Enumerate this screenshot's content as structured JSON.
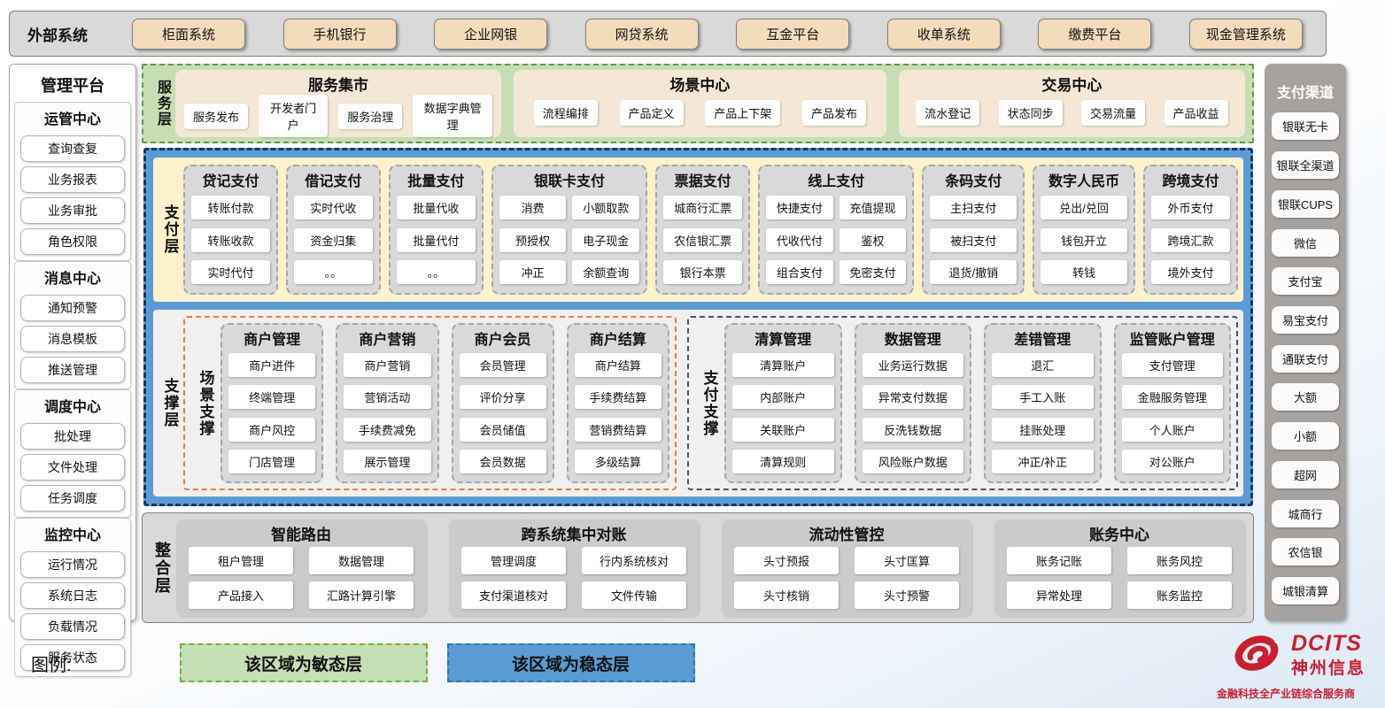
{
  "external_systems": {
    "label": "外部系统",
    "items": [
      "柜面系统",
      "手机银行",
      "企业网银",
      "网贷系统",
      "互金平台",
      "收单系统",
      "缴费平台",
      "现金管理系统"
    ]
  },
  "management_platform": {
    "title": "管理平台",
    "groups": [
      {
        "title": "运管中心",
        "items": [
          "查询查复",
          "业务报表",
          "业务审批",
          "角色权限"
        ]
      },
      {
        "title": "消息中心",
        "items": [
          "通知预警",
          "消息模板",
          "推送管理"
        ]
      },
      {
        "title": "调度中心",
        "items": [
          "批处理",
          "文件处理",
          "任务调度"
        ]
      },
      {
        "title": "监控中心",
        "items": [
          "运行情况",
          "系统日志",
          "负载情况",
          "服务状态"
        ]
      }
    ]
  },
  "service_layer": {
    "label": "服务层",
    "panels": [
      {
        "title": "服务集市",
        "items": [
          "服务发布",
          "开发者门户",
          "服务治理",
          "数据字典管理"
        ]
      },
      {
        "title": "场景中心",
        "items": [
          "流程编排",
          "产品定义",
          "产品上下架",
          "产品发布"
        ]
      },
      {
        "title": "交易中心",
        "items": [
          "流水登记",
          "状态同步",
          "交易流量",
          "产品收益"
        ]
      }
    ]
  },
  "payment_layer": {
    "label": "支付层",
    "groups": [
      {
        "title": "贷记支付",
        "cols": 1,
        "items": [
          "转账付款",
          "转账收款",
          "实时代付"
        ]
      },
      {
        "title": "借记支付",
        "cols": 1,
        "items": [
          "实时代收",
          "资金归集",
          "。。"
        ]
      },
      {
        "title": "批量支付",
        "cols": 1,
        "items": [
          "批量代收",
          "批量代付",
          "。。"
        ]
      },
      {
        "title": "银联卡支付",
        "cols": 2,
        "items": [
          "消费",
          "小额取款",
          "预授权",
          "电子现金",
          "冲正",
          "余额查询"
        ]
      },
      {
        "title": "票据支付",
        "cols": 1,
        "items": [
          "城商行汇票",
          "农信银汇票",
          "银行本票"
        ]
      },
      {
        "title": "线上支付",
        "cols": 2,
        "items": [
          "快捷支付",
          "充值提现",
          "代收代付",
          "鉴权",
          "组合支付",
          "免密支付"
        ]
      },
      {
        "title": "条码支付",
        "cols": 1,
        "items": [
          "主扫支付",
          "被扫支付",
          "退货/撤销"
        ]
      },
      {
        "title": "数字人民币",
        "cols": 1,
        "items": [
          "兑出/兑回",
          "钱包开立",
          "转钱"
        ]
      },
      {
        "title": "跨境支付",
        "cols": 1,
        "items": [
          "外币支付",
          "跨境汇款",
          "境外支付"
        ]
      }
    ]
  },
  "support_layer": {
    "label": "支撑层",
    "scene_support": {
      "label": "场景支撑",
      "groups": [
        {
          "title": "商户管理",
          "items": [
            "商户进件",
            "终端管理",
            "商户风控",
            "门店管理"
          ]
        },
        {
          "title": "商户营销",
          "items": [
            "商户营销",
            "营销活动",
            "手续费减免",
            "展示管理"
          ]
        },
        {
          "title": "商户会员",
          "items": [
            "会员管理",
            "评价分享",
            "会员储值",
            "会员数据"
          ]
        },
        {
          "title": "商户结算",
          "items": [
            "商户结算",
            "手续费结算",
            "营销费结算",
            "多级结算"
          ]
        }
      ]
    },
    "payment_support": {
      "label": "支付支撑",
      "groups": [
        {
          "title": "清算管理",
          "items": [
            "清算账户",
            "内部账户",
            "关联账户",
            "清算规则"
          ]
        },
        {
          "title": "数据管理",
          "items": [
            "业务运行数据",
            "异常支付数据",
            "反洗钱数据",
            "风险账户数据"
          ]
        },
        {
          "title": "差错管理",
          "items": [
            "退汇",
            "手工入账",
            "挂账处理",
            "冲正/补正"
          ]
        },
        {
          "title": "监管账户管理",
          "items": [
            "支付管理",
            "金融服务管理",
            "个人账户",
            "对公账户"
          ]
        }
      ]
    }
  },
  "integration_layer": {
    "label": "整合层",
    "panels": [
      {
        "title": "智能路由",
        "items": [
          "租户管理",
          "数据管理",
          "产品接入",
          "汇路计算引擎"
        ]
      },
      {
        "title": "跨系统集中对账",
        "items": [
          "管理调度",
          "行内系统核对",
          "支付渠道核对",
          "文件传输"
        ]
      },
      {
        "title": "流动性管控",
        "items": [
          "头寸预报",
          "头寸匡算",
          "头寸核销",
          "头寸预警"
        ]
      },
      {
        "title": "账务中心",
        "items": [
          "账务记账",
          "账务风控",
          "异常处理",
          "账务监控"
        ]
      }
    ]
  },
  "payment_channels": {
    "title": "支付渠道",
    "items": [
      "银联无卡",
      "银联全渠道",
      "银联CUPS",
      "微信",
      "支付宝",
      "易宝支付",
      "通联支付",
      "大额",
      "小额",
      "超网",
      "城商行",
      "农信银",
      "城银清算"
    ]
  },
  "legend": {
    "label": "图例:",
    "agile": "该区域为敏态层",
    "stable": "该区域为稳态层"
  },
  "logo": {
    "brand": "DCITS",
    "name": "神州信息",
    "tagline": "金融科技全产业链综合服务商"
  },
  "colors": {
    "stable_blue": "#5b9bd5",
    "agile_green": "#c5e0b4",
    "payment_band_yellow": "#fdf2cc",
    "group_gray": "#d9d9d9",
    "external_button_tan": "#f2dcbb",
    "scene_support_orange": "#ed7d31",
    "payment_support_navy": "#44546a",
    "brand_red": "#c8202f"
  }
}
